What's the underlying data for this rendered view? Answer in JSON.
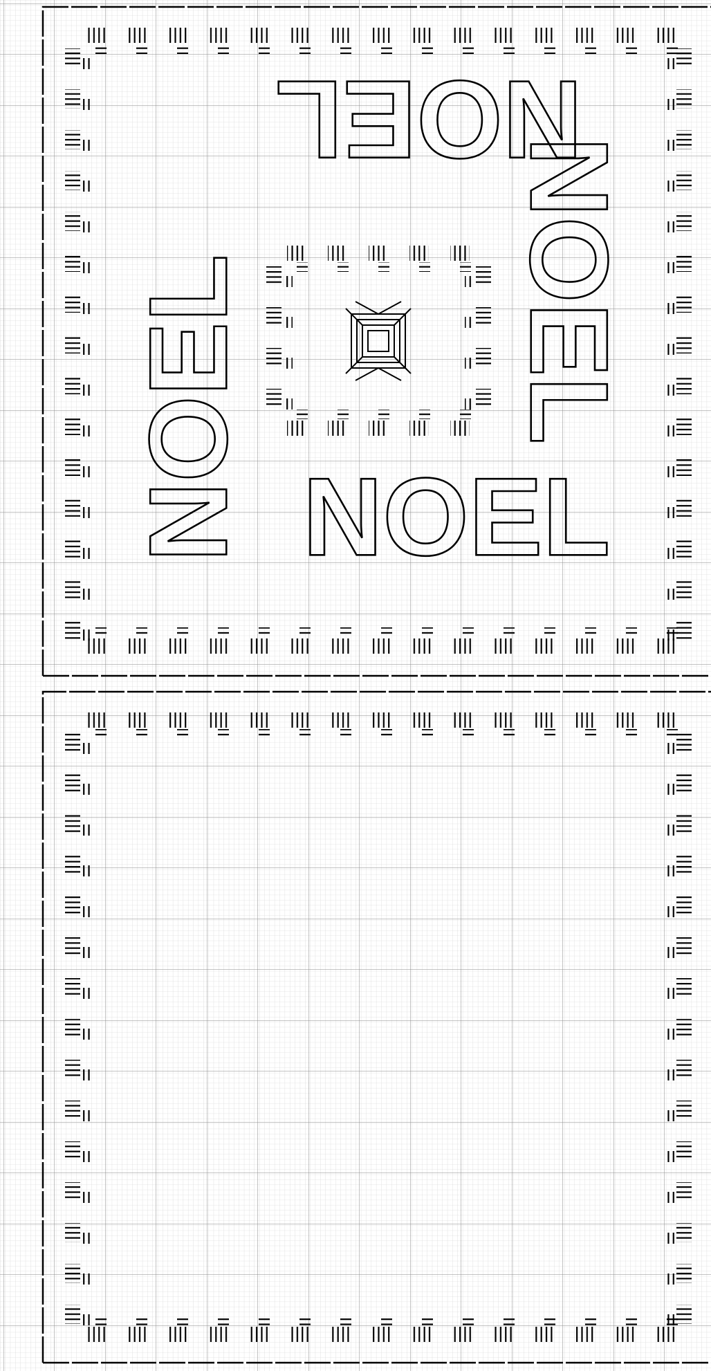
{
  "pattern": {
    "type": "plastic canvas stitch chart",
    "panels": 2,
    "grid_major_every": 10,
    "colors": {
      "background": "#ffffff",
      "grid_minor": "#d0d0d0",
      "grid_major": "#8a8a8a",
      "stitch": "#000000",
      "cut_line": "#000000"
    },
    "top_panel": {
      "words": [
        "NOEL",
        "NOEL",
        "NOEL",
        "NOEL"
      ],
      "center_motif": "star-icon"
    },
    "bottom_panel": {
      "words": []
    }
  }
}
